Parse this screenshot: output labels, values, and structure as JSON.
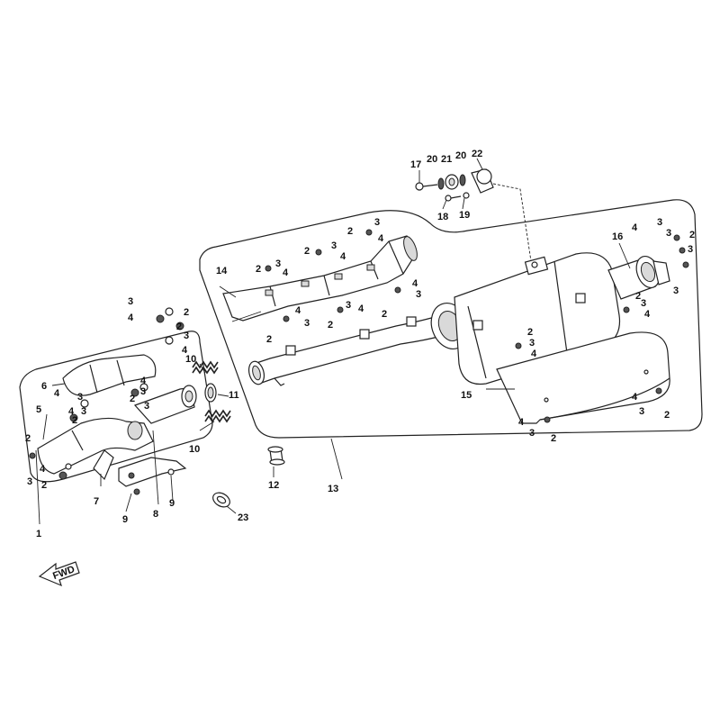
{
  "diagram": {
    "fwd_label": "FWD",
    "callouts": {
      "c1": "1",
      "c2": "2",
      "c3": "3",
      "c4": "4",
      "c5": "5",
      "c6": "6",
      "c7": "7",
      "c8": "8",
      "c9": "9",
      "c10": "10",
      "c11": "11",
      "c12": "12",
      "c13": "13",
      "c14": "14",
      "c15": "15",
      "c16": "16",
      "c17": "17",
      "c18": "18",
      "c19": "19",
      "c20": "20",
      "c21": "21",
      "c22": "22",
      "c23": "23"
    }
  }
}
